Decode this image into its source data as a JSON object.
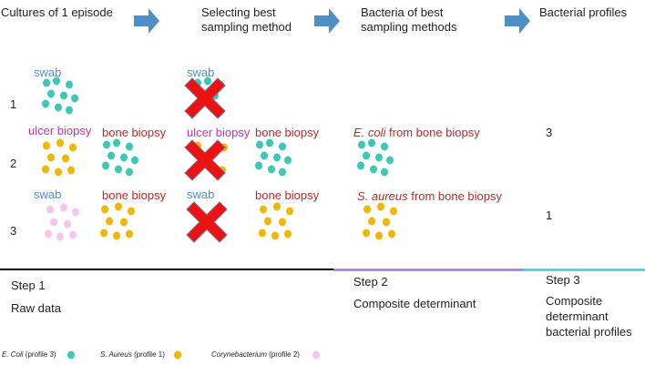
{
  "headers": {
    "col1": "Cultures of 1 episode",
    "col2": "Selecting best sampling method",
    "col3": "Bacteria of best sampling methods",
    "col4": "Bacterial profiles"
  },
  "rows": [
    "1",
    "2",
    "3"
  ],
  "labels": {
    "swab": "swab",
    "ulcer_biopsy": "ulcer biopsy",
    "bone_biopsy": "bone biopsy"
  },
  "results": {
    "row2_organism": "E. coli",
    "row2_suffix": " from bone biopsy",
    "row3_organism": "S. aureus",
    "row3_suffix": "  from bone biopsy"
  },
  "profiles": {
    "row2": "3",
    "row3": "1"
  },
  "steps": {
    "step1_title": "Step 1",
    "step1_desc": "Raw data",
    "step2_title": "Step 2",
    "step2_desc": "Composite determinant",
    "step3_title": "Step 3",
    "step3_desc": "Composite determinant bacterial profiles"
  },
  "legend": {
    "ecoli_name": "E. Coli",
    "ecoli_profile": " (profile 3)",
    "saureus_name": "S. Aureus",
    "saureus_profile": " (profile 1)",
    "coryne_name": "Corynebacterium",
    "coryne_profile": " (profile 2)"
  },
  "colors": {
    "ecoli": "#3cc7b6",
    "saureus": "#f2b500",
    "coryne": "#f7c4ec",
    "arrow": "#4f8fc7",
    "cross": "#ee1111",
    "step1_line": "#000000",
    "step2_line": "#a98be0",
    "step3_line": "#4fd6e0"
  },
  "icons": {
    "arrow": "arrow-right-icon",
    "cross": "cross-icon"
  }
}
